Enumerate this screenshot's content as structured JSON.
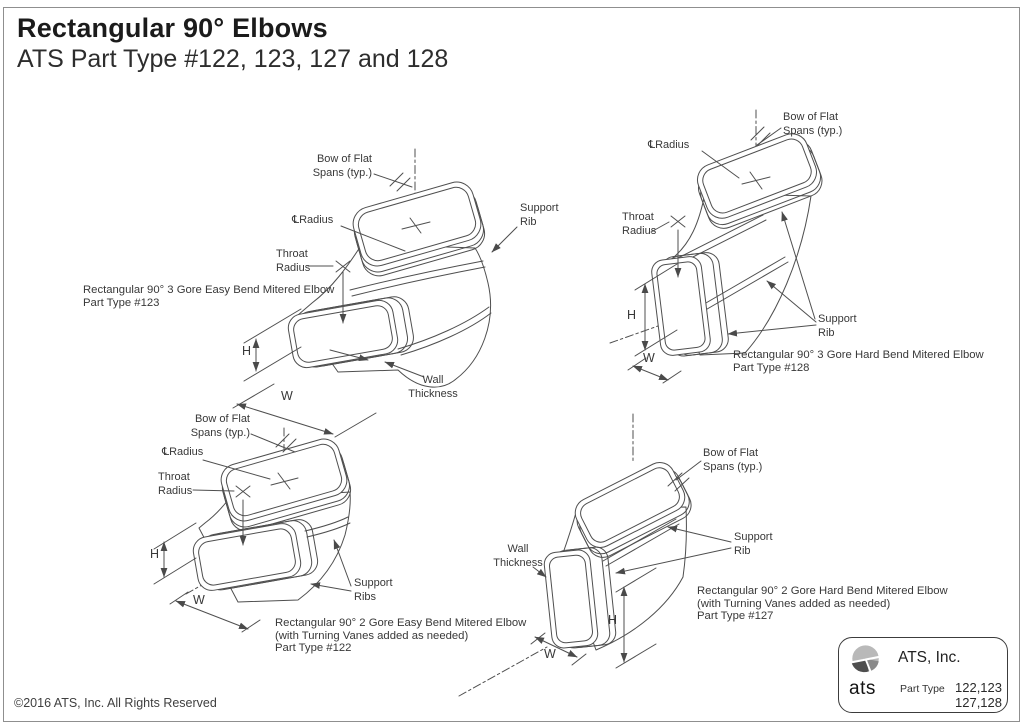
{
  "page": {
    "title": "Rectangular 90° Elbows",
    "subtitle": "ATS Part Type #122, 123, 127 and 128",
    "footer": "©2016 ATS, Inc. All Rights Reserved"
  },
  "colors": {
    "line": "#4f4f4f",
    "text": "#383838",
    "border": "#8f8f8f"
  },
  "diagrams": [
    {
      "part": "123",
      "caption": [
        "Rectangular 90° 3 Gore Easy Bend Mitered Elbow",
        "Part Type #123"
      ],
      "bow": [
        "Bow of Flat",
        "Spans (typ.)"
      ],
      "cl_radius": "℄Radius",
      "throat": [
        "Throat",
        "Radius"
      ],
      "support": [
        "Support",
        "Rib"
      ],
      "wall": [
        "Wall",
        "Thickness"
      ],
      "h": "H",
      "w": "W"
    },
    {
      "part": "128",
      "caption": [
        "Rectangular 90° 3 Gore Hard Bend Mitered Elbow",
        "Part Type #128"
      ],
      "bow": [
        "Bow of Flat",
        "Spans (typ.)"
      ],
      "cl_radius": "℄Radius",
      "throat": [
        "Throat",
        "Radius"
      ],
      "support": [
        "Support",
        "Rib"
      ],
      "h": "H",
      "w": "W"
    },
    {
      "part": "122",
      "caption": [
        "Rectangular 90° 2 Gore Easy Bend Mitered Elbow",
        "(with Turning Vanes added as needed)",
        "Part Type #122"
      ],
      "bow": [
        "Bow of Flat",
        "Spans (typ.)"
      ],
      "cl_radius": "℄Radius",
      "throat": [
        "Throat",
        "Radius"
      ],
      "support": [
        "Support",
        "Ribs"
      ],
      "h": "H",
      "w": "W"
    },
    {
      "part": "127",
      "caption": [
        "Rectangular 90° 2 Gore Hard Bend Mitered Elbow",
        "(with Turning Vanes added as needed)",
        "Part Type #127"
      ],
      "bow": [
        "Bow of Flat",
        "Spans (typ.)"
      ],
      "support": [
        "Support",
        "Rib"
      ],
      "wall": [
        "Wall",
        "Thickness"
      ],
      "h": "H",
      "w": "W"
    }
  ],
  "logo_box": {
    "brand": "ats",
    "company": "ATS, Inc.",
    "part_type_label": "Part Type",
    "part_types": [
      "122,123",
      "127,128"
    ]
  }
}
